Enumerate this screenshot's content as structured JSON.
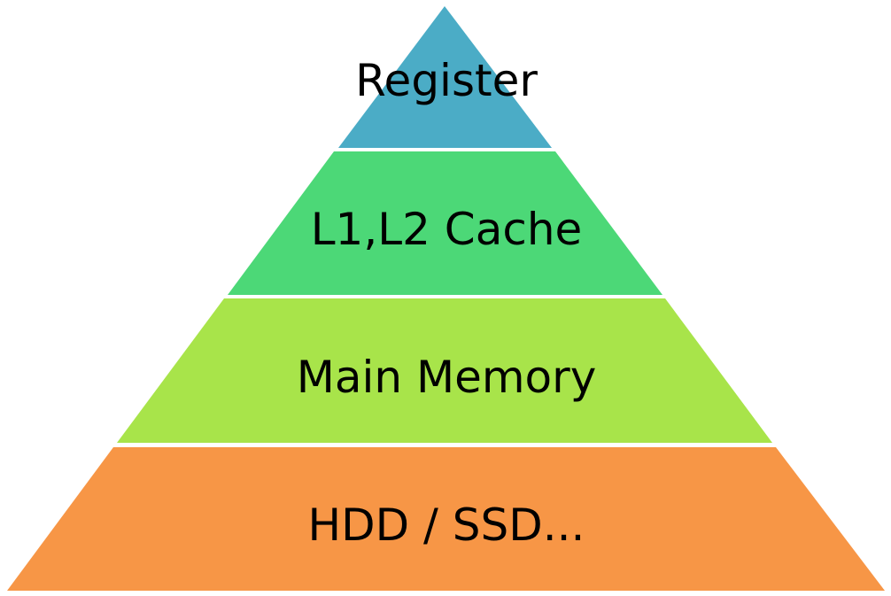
{
  "diagram": {
    "type": "pyramid",
    "tiers": [
      {
        "label": "Register",
        "color": "#4BACC6"
      },
      {
        "label": "L1,L2 Cache",
        "color": "#4CD877"
      },
      {
        "label": "Main Memory",
        "color": "#A8E44A"
      },
      {
        "label": "HDD / SSD...",
        "color": "#F79646"
      }
    ]
  }
}
